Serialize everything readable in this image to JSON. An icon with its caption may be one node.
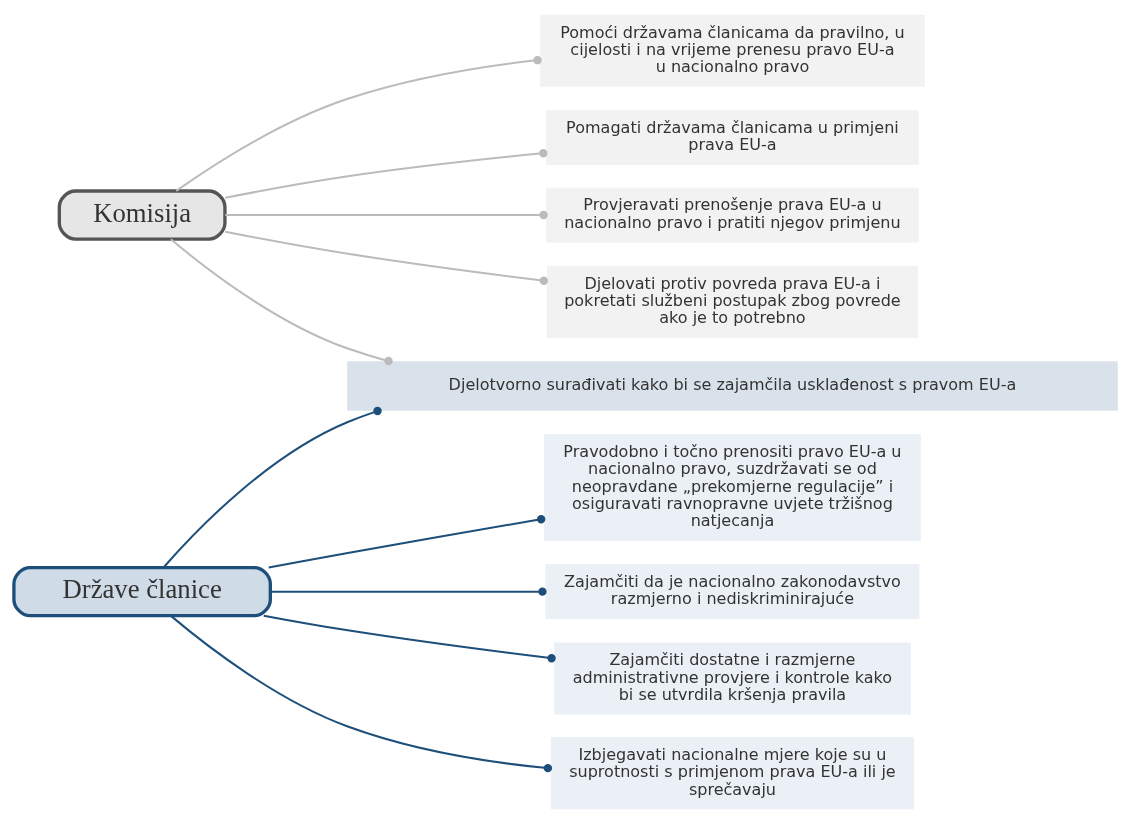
{
  "diagram": {
    "nodes": [
      {
        "text": [
          "Komisija"
        ]
      },
      {
        "text": [
          "Pomoći državama članicama da pravilno, u cijelosti i na vrijeme prenesu pravo EU-a u nacionalno pravo"
        ]
      },
      {
        "text": [
          "Pomagati državama članicama u primjeni prava EU-a"
        ]
      },
      {
        "text": [
          "Provjeravati prenošenje prava EU-a u nacionalno pravo i pratiti njegov primjenu"
        ]
      },
      {
        "text": [
          "Djelovati protiv povreda prava EU-a i pokretati službeni postupak zbog povrede ako je to potrebno"
        ]
      },
      {
        "text": [
          "Države članice"
        ]
      },
      {
        "text": [
          "Pravodobno i točno prenositi pravo EU-a u nacionalno pravo, suzdržavati se od neopravdane „prekomjerne regulacije” i osiguravati ravnopravne uvjete tržišnog natjecanja"
        ]
      },
      {
        "text": [
          "Zajamčiti da je nacionalno zakonodavstvo razmjerno i nediskriminirajuće"
        ]
      },
      {
        "text": [
          "Zajamčiti dostatne i razmjerne administrativne provjere i kontrole kako bi se utvrdila kršenja pravila"
        ]
      },
      {
        "text": [
          "Izbjegavati nacionalne mjere koje su u suprotnosti s primjenom prava EU-a ili je sprečavaju"
        ]
      },
      {
        "text": [
          "Djelotvorno surađivati kako bi se zajamčila usklađenost s pravom EU-a"
        ]
      }
    ],
    "edges": [
      {
        "from": 0,
        "to": 1,
        "arrow": "other"
      },
      {
        "from": 0,
        "to": 2,
        "arrow": "other"
      },
      {
        "from": 0,
        "to": 3,
        "arrow": "other"
      },
      {
        "from": 0,
        "to": 4,
        "arrow": "other"
      },
      {
        "from": 0,
        "to": 10,
        "arrow": "other"
      },
      {
        "from": 5,
        "to": 6,
        "arrow": "other",
        "color": "#1d4f7a"
      },
      {
        "from": 5,
        "to": 7,
        "arrow": "other",
        "color": "#1d4f7a"
      },
      {
        "from": 5,
        "to": 8,
        "arrow": "other",
        "color": "#1d4f7a"
      },
      {
        "from": 5,
        "to": 9,
        "arrow": "other",
        "color": "#1d4f7a"
      },
      {
        "from": 5,
        "to": 10,
        "arrow": "other",
        "color": "#1d4f7a"
      }
    ]
  }
}
